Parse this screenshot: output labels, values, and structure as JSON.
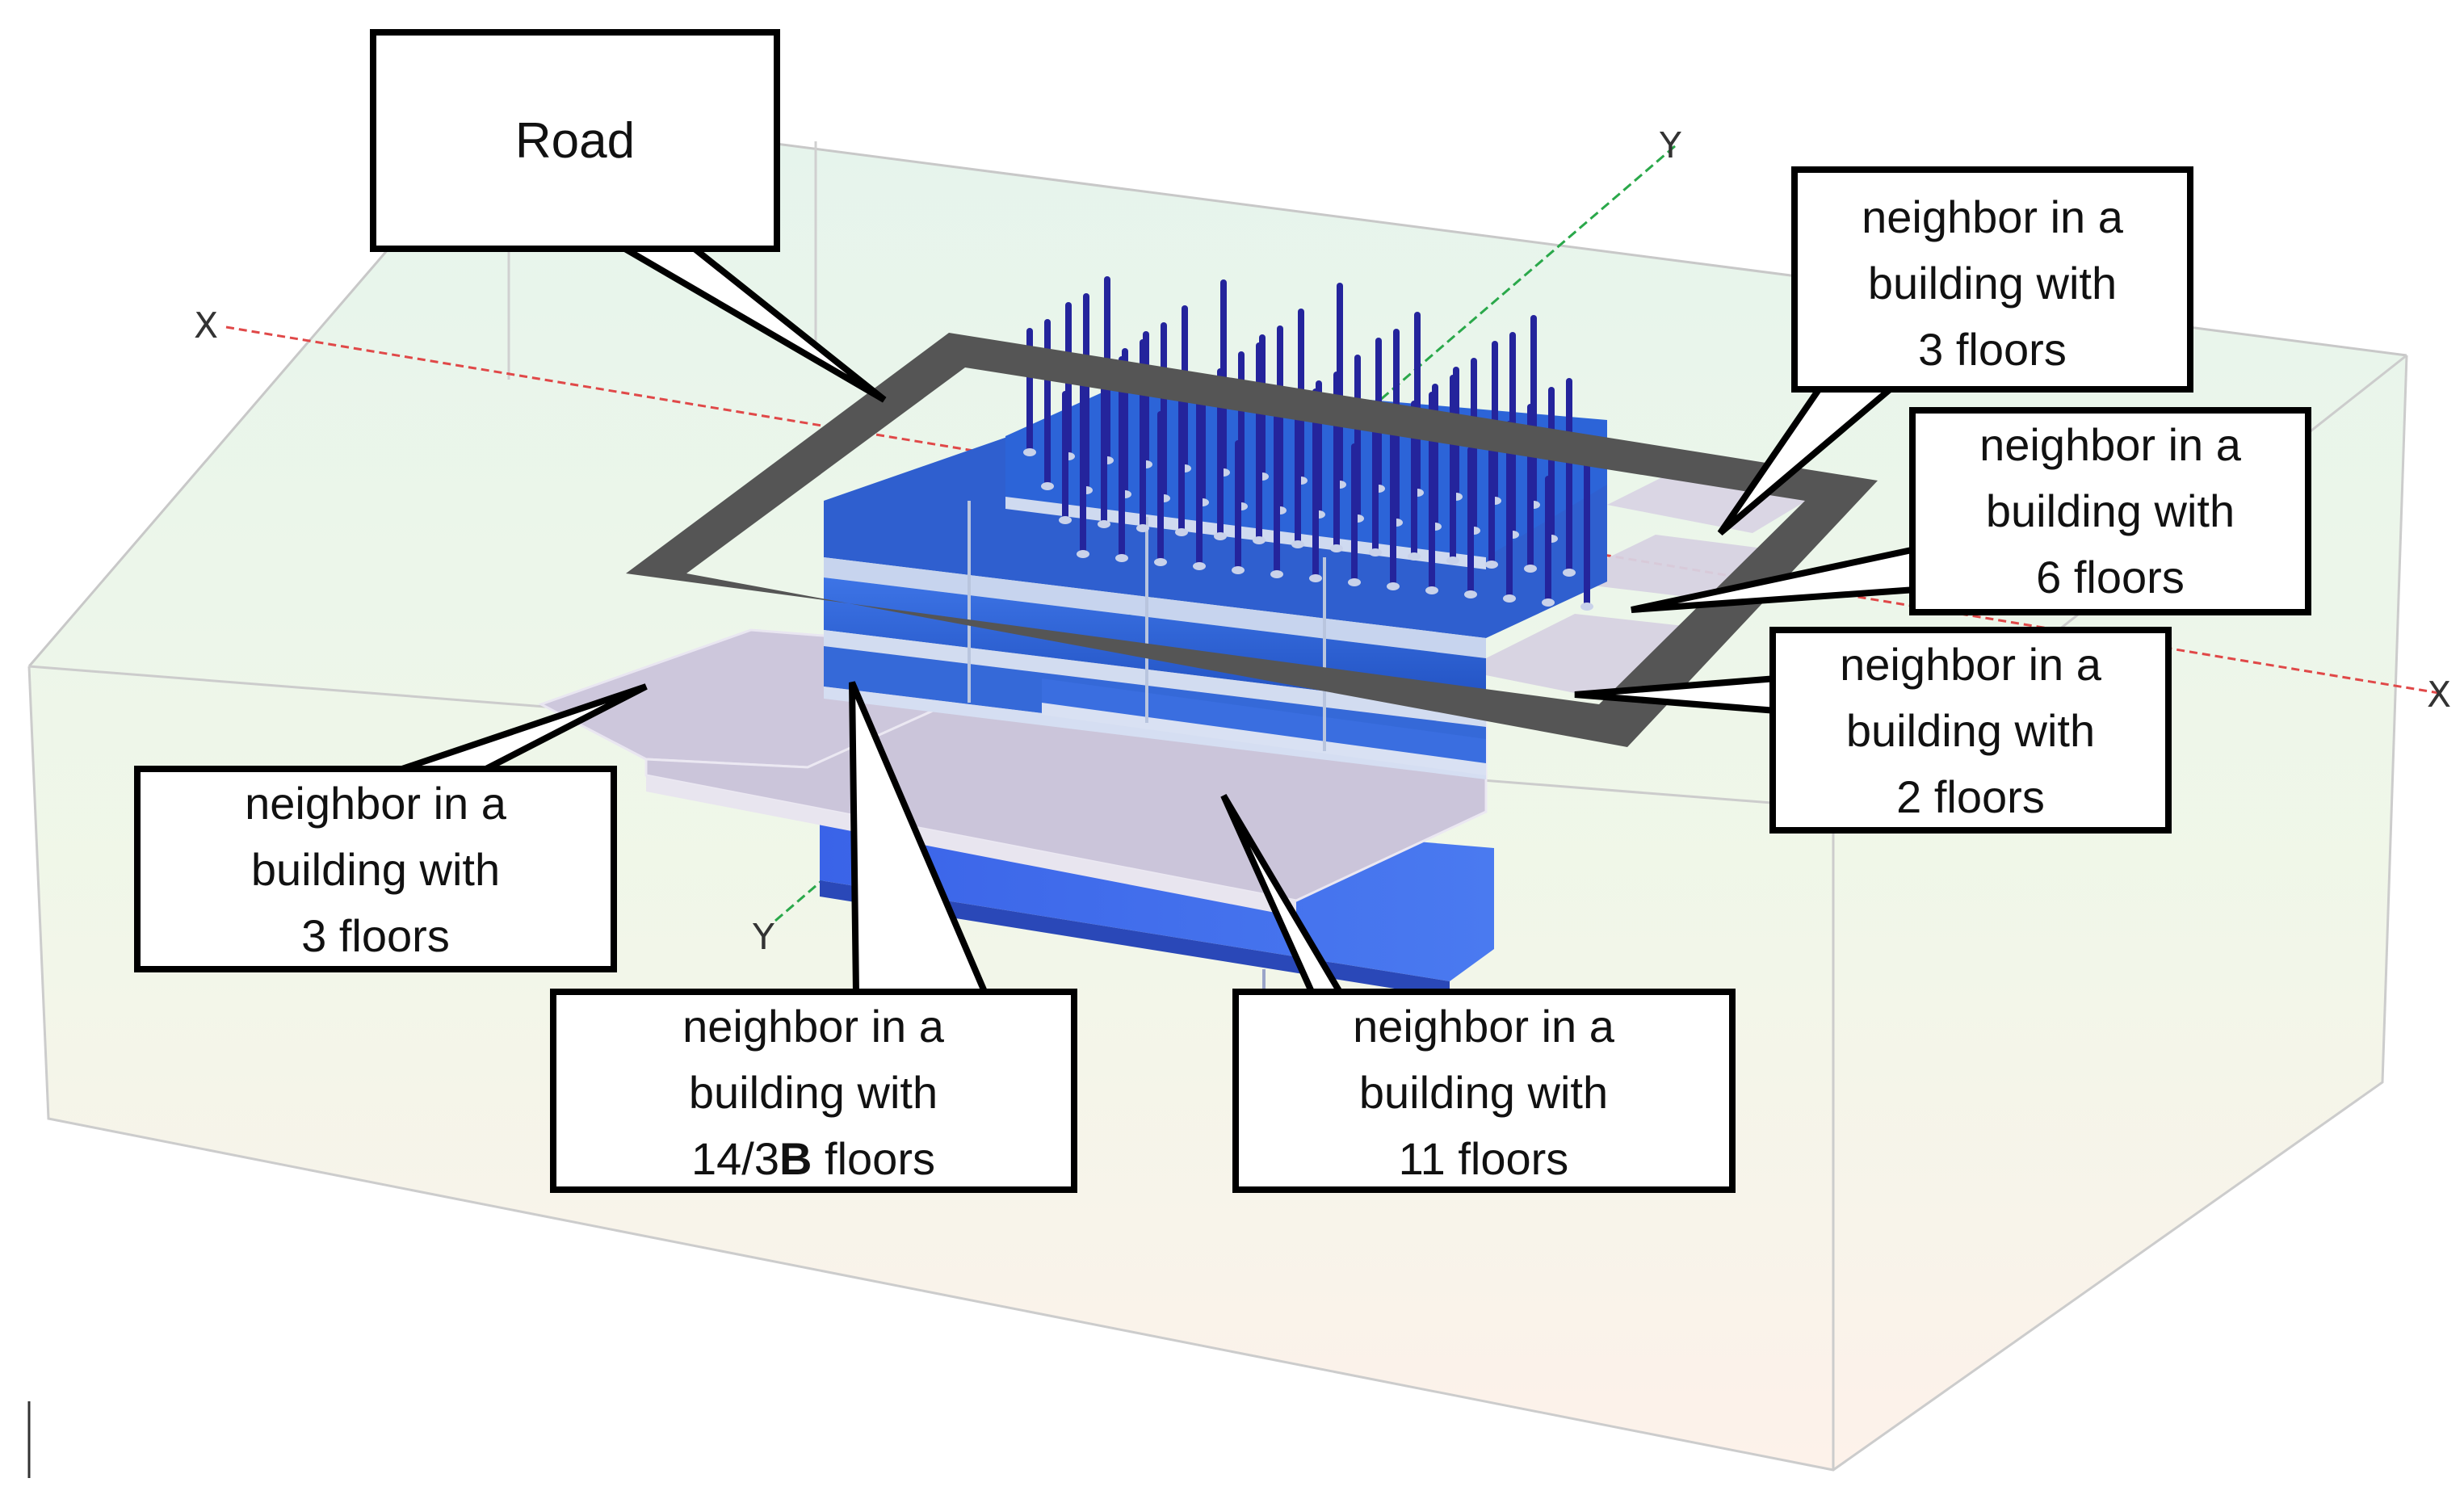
{
  "axes": {
    "x_label": "X",
    "y_label": "Y"
  },
  "callouts": {
    "road": {
      "lines": [
        "Road"
      ]
    },
    "top_right_3": {
      "lines": [
        "neighbor  in a",
        "building with",
        "3 floors"
      ]
    },
    "right_6": {
      "lines": [
        "neighbor  in a",
        "building with",
        "6 floors"
      ]
    },
    "right_2": {
      "lines": [
        "neighbor  in a",
        "building with",
        "2 floors"
      ]
    },
    "left_3": {
      "lines": [
        "neighbor  in a",
        "building with",
        "3 floors"
      ]
    },
    "bottom_14": {
      "lines": [
        "neighbor  in a",
        "building with"
      ],
      "last_prefix": "14/3",
      "last_bold": "B",
      "last_suffix": " floors"
    },
    "bottom_11": {
      "lines": [
        "neighbor  in a",
        "building with",
        "11 floors"
      ]
    }
  },
  "colors": {
    "soil_top": "#e6f4ea",
    "soil_mid": "#f2f7e6",
    "soil_bottom": "#fbeee6",
    "road": "#555555",
    "building_blue": "#2e63d6",
    "pile_blue": "#22229a",
    "neighbor_plate": "#cfc9dc",
    "axis_x": "#e04040",
    "axis_y": "#2aa84a"
  }
}
